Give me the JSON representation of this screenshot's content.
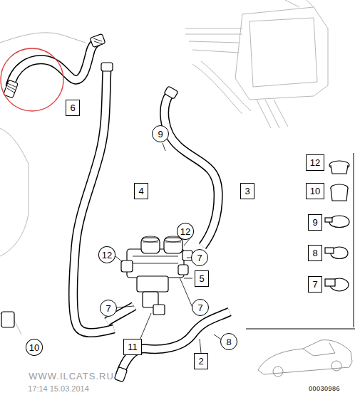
{
  "diagram": {
    "labels": [
      "6",
      "9",
      "12",
      "4",
      "3",
      "10",
      "12",
      "9",
      "7",
      "8",
      "5",
      "12",
      "7",
      "7",
      "7",
      "11",
      "8",
      "10",
      "2",
      "WWW.ILCATS.RU",
      "17:14 15.03.2014",
      "00030986"
    ]
  }
}
